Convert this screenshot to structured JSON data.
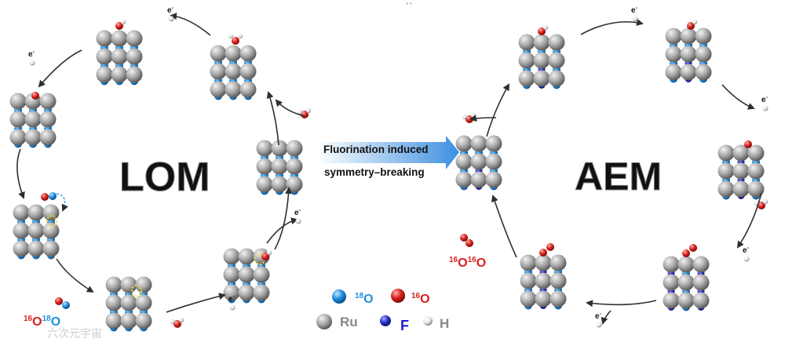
{
  "labels": {
    "lom": "LOM",
    "aem": "AEM",
    "center_line1": "Fluorination induced",
    "center_line2": "symmetry–breaking",
    "electron": "e",
    "electron_sup": "-",
    "top_mark": "' '"
  },
  "products": {
    "lom_product": {
      "left": "16",
      "o1": "O",
      "mid": "18",
      "o2": "O"
    },
    "aem_product": {
      "left": "16",
      "o1": "O",
      "mid": "16",
      "o2": "O"
    }
  },
  "legend": {
    "o18_sup": "18",
    "o18": "O",
    "o16_sup": "16",
    "o16": "O",
    "ru": "Ru",
    "f": "F",
    "h": "H"
  },
  "watermark": "六次元宇宙",
  "colors": {
    "ru": "#a9a9a9",
    "o18": "#1e8fe0",
    "o16": "#d9201c",
    "f": "#2a2fc9",
    "h": "#e6e6e6",
    "yellow": "#f0e040",
    "arrow_fill": "#4aa3e8"
  }
}
